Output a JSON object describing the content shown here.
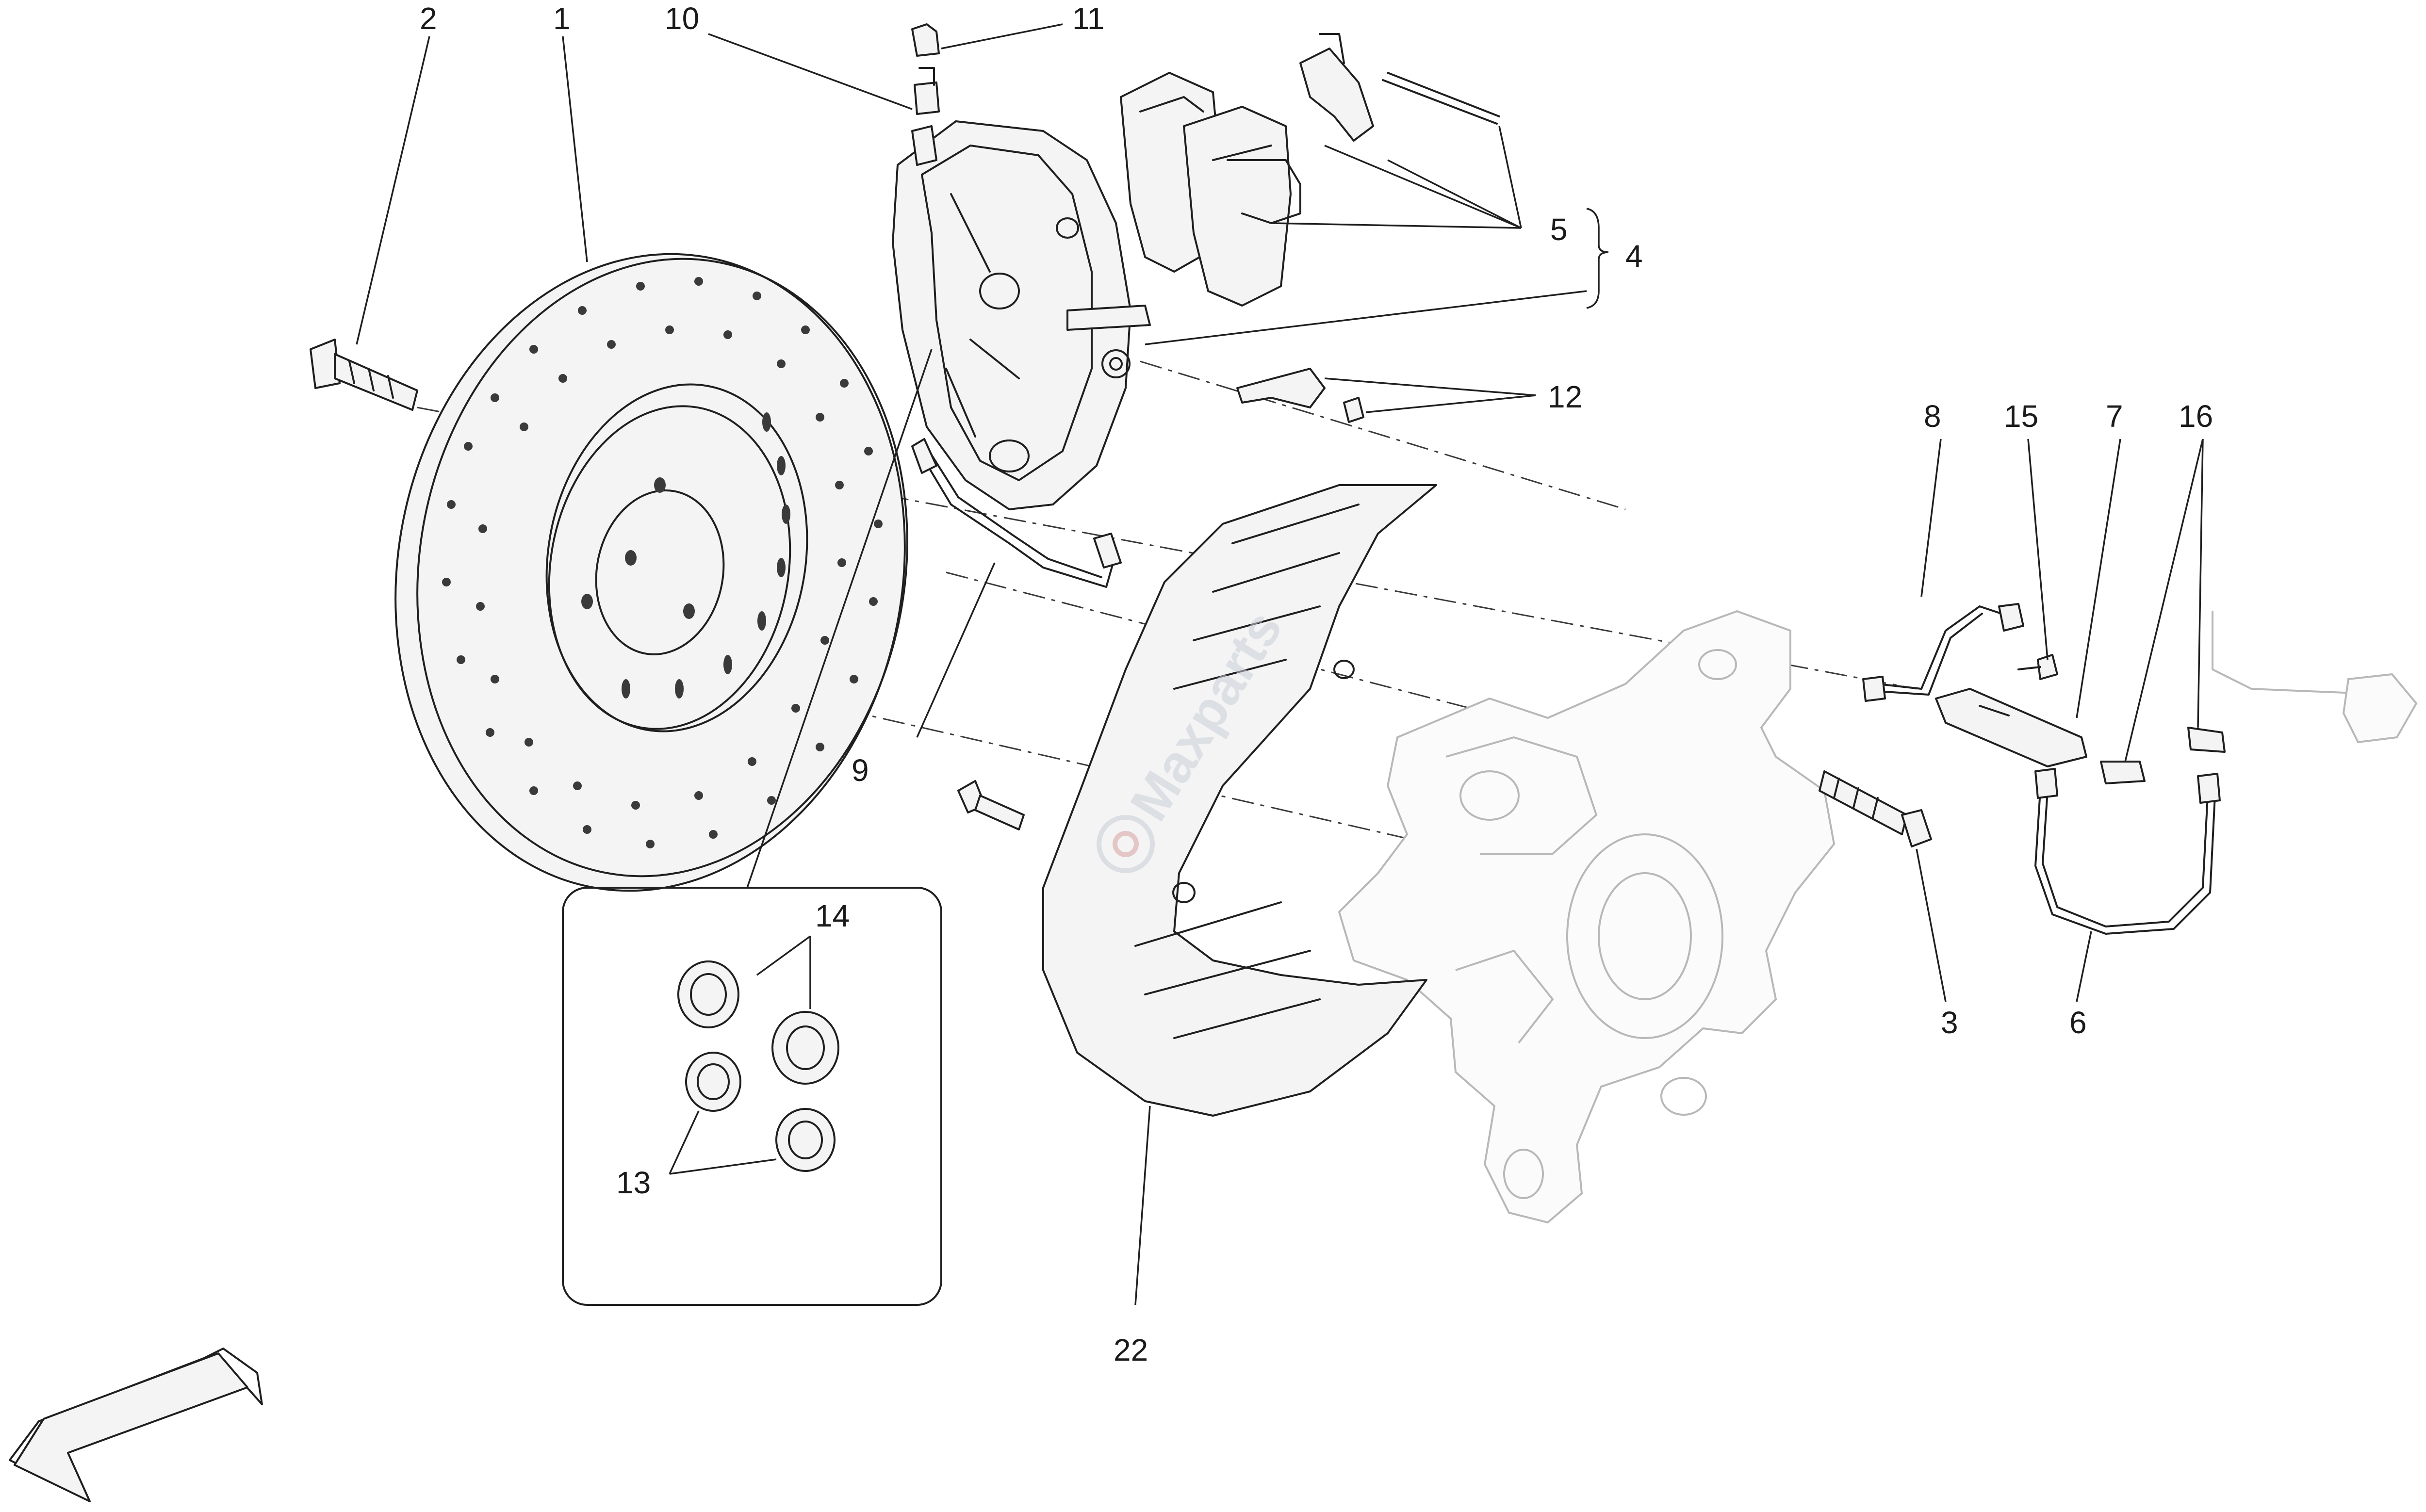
{
  "diagram": {
    "callouts": {
      "c1": "1",
      "c2": "2",
      "c3": "3",
      "c4": "4",
      "c5": "5",
      "c6": "6",
      "c7": "7",
      "c8": "8",
      "c9": "9",
      "c10": "10",
      "c11": "11",
      "c12": "12",
      "c13": "13",
      "c14": "14",
      "c15": "15",
      "c16": "16",
      "c22": "22"
    },
    "watermark": "Maxparts"
  }
}
